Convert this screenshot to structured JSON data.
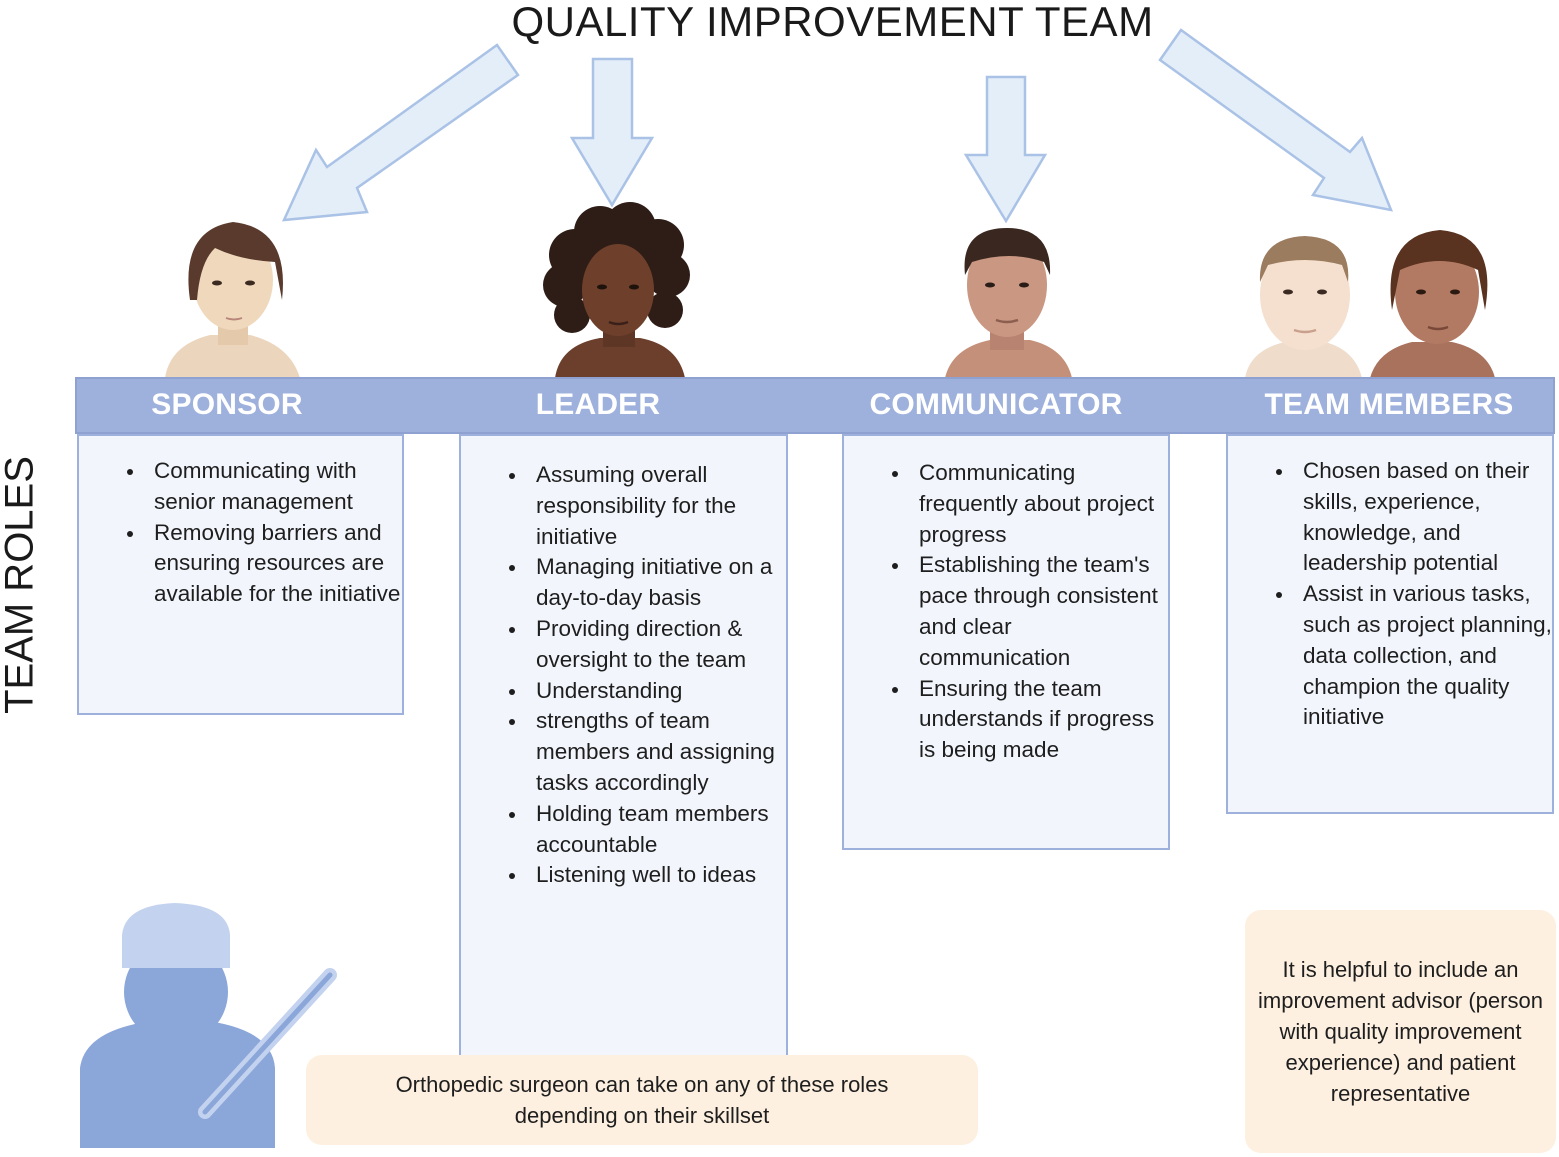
{
  "title": "QUALITY IMPROVEMENT TEAM",
  "side_label": "TEAM ROLES",
  "roles": [
    {
      "name": "SPONSOR",
      "bullets": [
        "Communicating with senior management",
        "Removing barriers and ensuring resources are available for the initiative"
      ]
    },
    {
      "name": "LEADER",
      "bullets": [
        "Assuming overall responsibility for the initiative",
        "Managing initiative on a day-to-day basis",
        "Providing direction & oversight to the team",
        "Understanding",
        "strengths of team members and assigning tasks accordingly",
        "Holding team members accountable",
        "Listening well to ideas"
      ]
    },
    {
      "name": "COMMUNICATOR",
      "bullets": [
        "Communicating frequently about project progress",
        "Establishing the team's pace through consistent and clear communication",
        "Ensuring the team understands if progress is being made"
      ]
    },
    {
      "name": "TEAM MEMBERS",
      "bullets": [
        "Chosen based on their skills, experience, knowledge, and leadership potential",
        "Assist in various tasks, such as project planning, data collection, and champion the quality initiative"
      ]
    }
  ],
  "notes": {
    "surgeon": "Orthopedic surgeon can take on any of these roles depending on their skillset",
    "advisor": "It is helpful to include an improvement advisor (person with quality improvement experience) and patient representative"
  },
  "colors": {
    "accent": "#9eb0dc",
    "box_fill": "#f2f6fc",
    "arrow_fill": "#e4eef9",
    "arrow_stroke": "#a9c2e6",
    "note_fill": "#fdf0e0",
    "surgeon_icon": "#8ba6d9"
  }
}
